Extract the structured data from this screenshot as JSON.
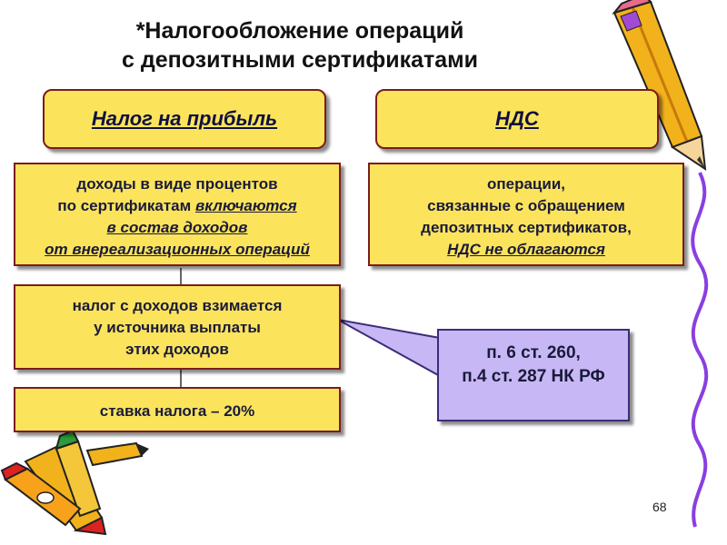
{
  "slide": {
    "title_line1": "*Налогообложение операций",
    "title_line2": "с депозитными сертификатами",
    "page_number": "68"
  },
  "left_column": {
    "header": "Налог на прибыль",
    "box1": {
      "line1": "доходы в виде процентов",
      "line2_plain": "по сертификатам ",
      "line2_emph": "включаются",
      "line3": "в состав доходов ",
      "line4": "от внереализационных операций"
    },
    "box2": {
      "line1": "налог с доходов взимается",
      "line2": "у источника выплаты",
      "line3": "этих доходов"
    },
    "box3": {
      "line1": "ставка налога – 20%"
    }
  },
  "right_column": {
    "header": "НДС",
    "box1": {
      "line1": "операции,",
      "line2": "связанные с обращением",
      "line3": "депозитных сертификатов,",
      "line4": "НДС не облагаются"
    }
  },
  "callout": {
    "line1": "п. 6 ст. 260,",
    "line2": "п.4 ст. 287 НК РФ"
  },
  "decorations": {
    "top_right": "pencil-icon",
    "bottom_left": "crayons-icon",
    "right_edge": "squiggle-line"
  },
  "colors": {
    "box_fill": "#fbe45c",
    "box_border": "#7b1c1c",
    "callout_fill": "#c7b8f5",
    "squiggle": "#8a3fe0"
  }
}
